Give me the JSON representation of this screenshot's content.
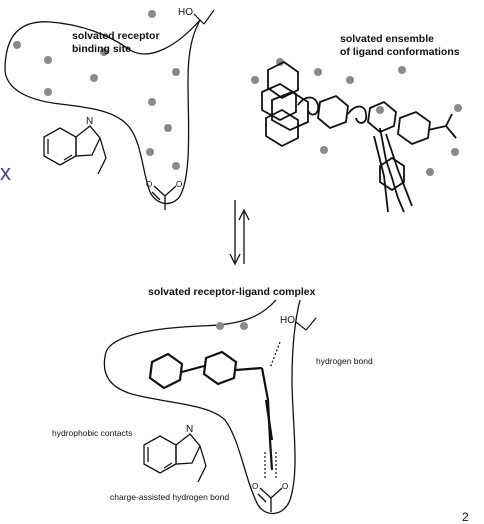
{
  "labels": {
    "receptor_site_line1": "solvated receptor",
    "receptor_site_line2": "binding site",
    "ensemble_line1": "solvated ensemble",
    "ensemble_line2": "of ligand conformations",
    "complex_title": "solvated receptor-ligand complex",
    "hydrogen_bond": "hydrogen bond",
    "hydrophobic_contacts": "hydrophobic contacts",
    "charge_assisted": "charge-assisted hydrogen bond"
  },
  "chem_labels": {
    "ho_top": "HO",
    "ho_bottom": "HO",
    "n_top": "N",
    "n_bottom": "N",
    "o_left_top": "O",
    "o_right_top": "O",
    "o_left_bottom": "O",
    "o_right_bottom": "O"
  },
  "edge_marks": {
    "left": "x",
    "bottom_right": "2"
  },
  "colors": {
    "stroke": "#111111",
    "water": "#8a8a8a",
    "accent": "#5a3a9a"
  }
}
